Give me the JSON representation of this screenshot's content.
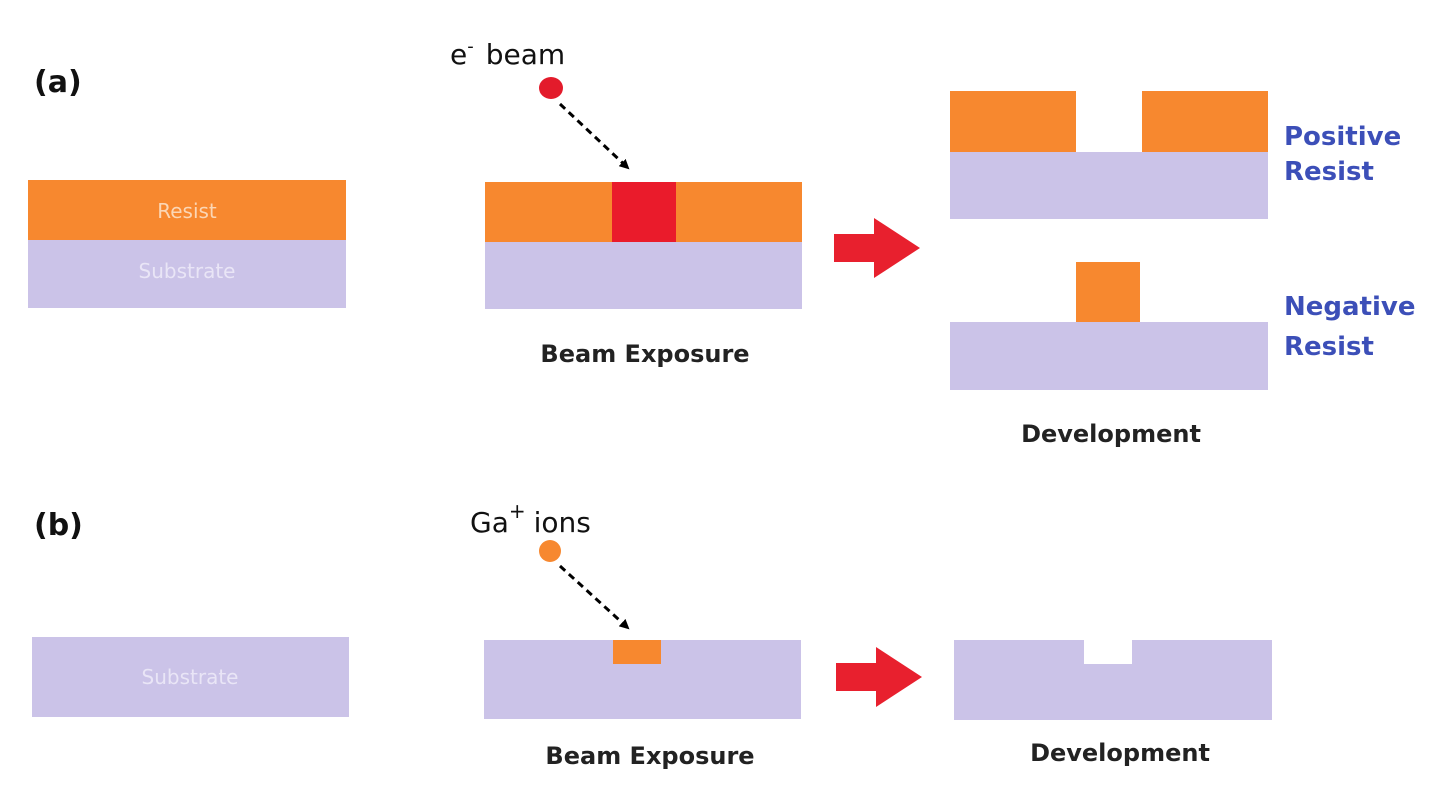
{
  "panel_a": {
    "label": "(a)",
    "beam_label": "e",
    "beam_sup": "-",
    "beam_word": "beam",
    "resist_text": "Resist",
    "substrate_text": "Substrate",
    "exposure_caption": "Beam Exposure",
    "positive_line1": "Positive",
    "positive_line2": "Resist",
    "negative_line1": "Negative",
    "negative_line2": "Resist",
    "development_caption": "Development"
  },
  "panel_b": {
    "label": "(b)",
    "ion_label": "Ga",
    "ion_sup": "+",
    "ion_word": "ions",
    "substrate_text": "Substrate",
    "exposure_caption": "Beam Exposure",
    "development_caption": "Development"
  },
  "colors": {
    "resist": "#f7882f",
    "substrate": "#cbc3e8",
    "exposed": "#ea1b2b",
    "arrow": "#e8202e",
    "resist_label": "#3c4fb8"
  }
}
